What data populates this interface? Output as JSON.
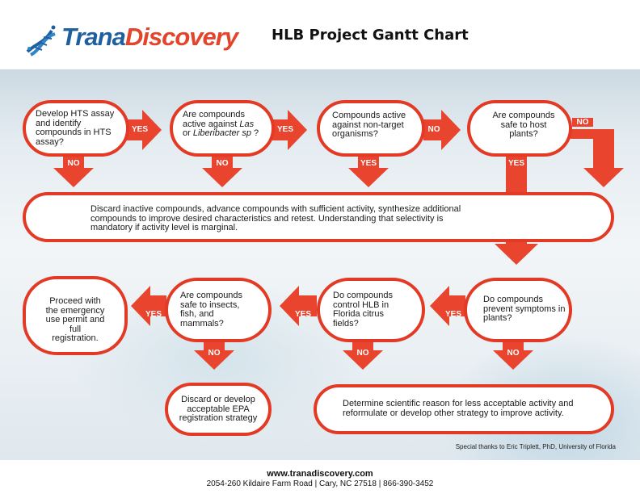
{
  "header": {
    "logo_trana": "Trana",
    "logo_discovery": "Discovery",
    "title": "HLB Project Gantt Chart"
  },
  "boxes": {
    "b1": [
      "Develop HTS assay",
      "and identify",
      "compounds in HTS",
      "assay?"
    ],
    "b2_pre": "Are compounds",
    "b2_line2": "active against ",
    "b2_las": "Las",
    "b2_or": "or ",
    "b2_lib": "Liberibacter sp",
    "b2_q": " ?",
    "b3": [
      "Compounds active",
      "against non-target",
      "organisms?"
    ],
    "b4": [
      "Are compounds",
      "safe to host",
      "plants?"
    ],
    "wide1": [
      "Discard inactive compounds, advance compounds with sufficient activity, synthesize additional",
      "compounds to improve desired characteristics and retest. Understanding that selectivity is",
      "mandatory if activity level is marginal."
    ],
    "b5": [
      "Do compounds",
      "prevent symptoms in",
      "plants?"
    ],
    "b6": [
      "Do compounds",
      "control HLB in",
      "Florida citrus",
      "fields?"
    ],
    "b7": [
      "Are compounds",
      "safe to insects,",
      "fish, and",
      "mammals?"
    ],
    "b8": [
      "Proceed with",
      "the emergency",
      "use permit and",
      "full",
      "registration."
    ],
    "b9": [
      "Discard or develop",
      "acceptable EPA",
      "registration strategy"
    ],
    "b10": [
      "Determine scientific reason for less acceptable activity and",
      "reformulate or develop other strategy to improve activity."
    ]
  },
  "labels": {
    "yes": "YES",
    "no": "NO"
  },
  "credit": "Special thanks to Eric Triplett, PhD, University of Florida",
  "footer": {
    "url": "www.tranadiscovery.com",
    "address": "2054-260 Kildaire Farm Road | Cary, NC 27518 | 866-390-3452"
  },
  "colors": {
    "arrow": "#e8442e",
    "box_border": "#e23a25",
    "logo_blue": "#1f5f9f",
    "logo_red": "#e2452c"
  }
}
